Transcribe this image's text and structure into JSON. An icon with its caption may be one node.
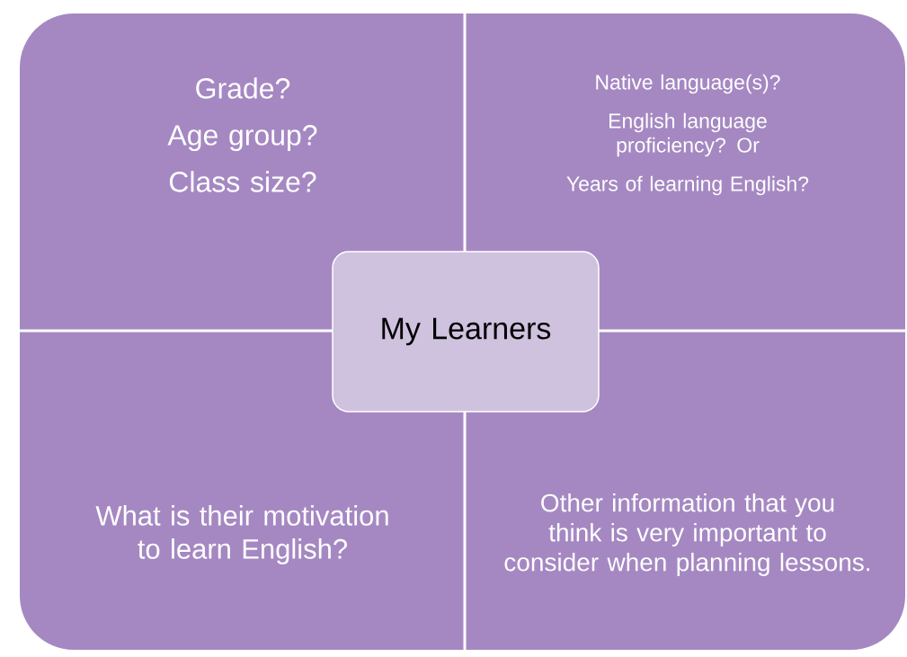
{
  "diagram": {
    "nodes": [
      {
        "text": [
          "Grade?",
          "Age group?",
          "Class size?"
        ]
      },
      {
        "text": [
          "Native language(s)?",
          "English language proficiency? Or",
          "Years of learning English?"
        ]
      },
      {
        "text": [
          "What is their motivation to learn English?"
        ]
      },
      {
        "text": [
          "Other information that you think is very important to consider when planning lessons."
        ]
      },
      {
        "text": [
          "My Learners"
        ]
      }
    ]
  }
}
